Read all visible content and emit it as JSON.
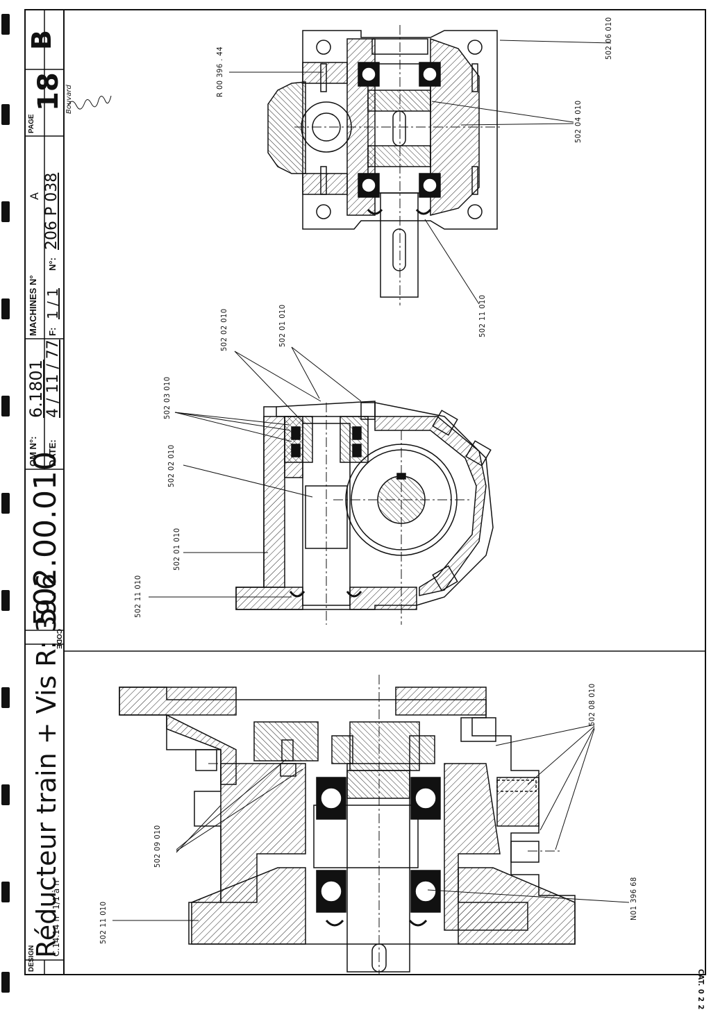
{
  "title_block": {
    "design_label": "DESIGN",
    "design": "Réducteur train + Vis R: 39.6",
    "design_note": "C.14.14 n° 1/1 à n°",
    "code_label": "CODE",
    "code": "502.00.010",
    "om_label": "OM N°:",
    "om": "6.1801",
    "date_label": "DATE:",
    "date": "4 / 11 / 77",
    "machines_label": "MACHINES N°",
    "machines": "A",
    "f_label": "F:",
    "f": "1 / 1",
    "n_label": "N°:",
    "n": "206 P 038",
    "page_label": "PAGE",
    "page": "18",
    "revision": "B",
    "signature": "Bouvard"
  },
  "footer": {
    "cat": "CAT. 0 2 2"
  },
  "views": {
    "top_right": {
      "labels": [
        "R 00 396 . 44",
        "502 06 010",
        "502 04 010",
        "502 11 010"
      ]
    },
    "middle": {
      "labels": [
        "502 02 010",
        "502 01 010",
        "502 03 010",
        "502 02 010",
        "502 01 010",
        "502 11 010"
      ]
    },
    "bottom": {
      "labels": [
        "502 09 010",
        "502 11 010",
        "502 08 010",
        "N01 396 68"
      ]
    }
  }
}
